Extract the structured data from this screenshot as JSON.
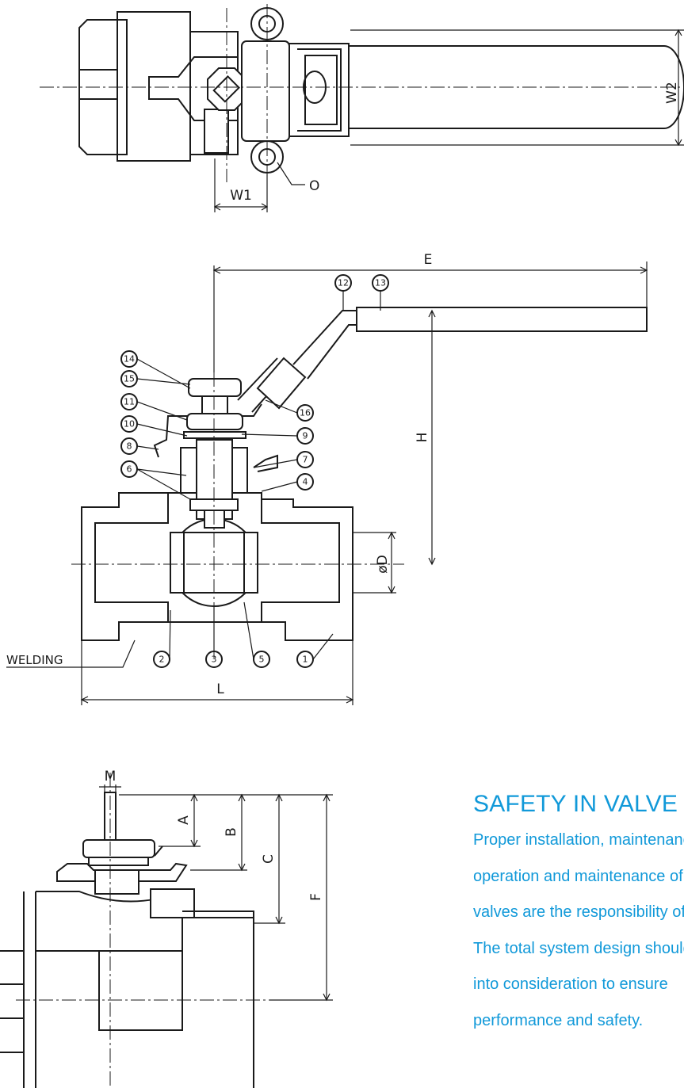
{
  "colors": {
    "line": "#1a1a1a",
    "accent": "#1199d9",
    "background": "#ffffff"
  },
  "top_view": {
    "dim_w1": "W1",
    "dim_w2": "W2",
    "label_o": "O"
  },
  "side_view": {
    "dim_e": "E",
    "dim_h": "H",
    "dim_d": "øD",
    "dim_l": "L",
    "welding": "WELDING",
    "parts": [
      "1",
      "2",
      "3",
      "4",
      "5",
      "6",
      "7",
      "8",
      "9",
      "10",
      "11",
      "12",
      "13",
      "14",
      "15",
      "16"
    ]
  },
  "end_view": {
    "dim_m": "M",
    "dim_a": "A",
    "dim_b": "B",
    "dim_c": "C",
    "dim_f": "F"
  },
  "safety": {
    "heading": "SAFETY IN VALVE",
    "lines": [
      "Proper installation, maintenance",
      "operation and maintenance of",
      "valves are the responsibility of the user.",
      "The total system design should take",
      "into consideration to ensure",
      "performance and safety."
    ]
  }
}
